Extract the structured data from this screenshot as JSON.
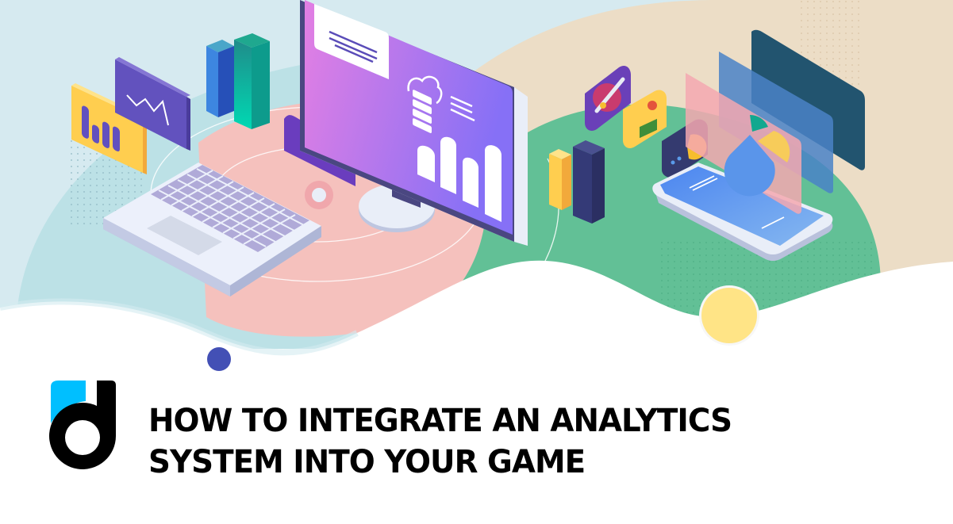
{
  "banner": {
    "title_lines": [
      "HOW TO INTEGRATE AN ANALYTICS",
      "SYSTEM INTO YOUR GAME"
    ],
    "logo": {
      "name": "devtodev-d-logo",
      "accent": "#00BFFF",
      "primary": "#000000"
    }
  },
  "illustration": {
    "elements": [
      "laptop-illustration",
      "monitor-dashboard-illustration",
      "smartphone-illustration",
      "bar-chart-card",
      "line-chart-card",
      "3d-bar-columns",
      "game-app-icons",
      "pie-chart-hologram"
    ],
    "colors": {
      "sky": "#D6EAF0",
      "teal_blob": "#BCE1E6",
      "pink_blob": "#F5C1BD",
      "green_blob": "#62C096",
      "sand_blob": "#ECDDC6",
      "monitor_screen_start": "#E07FE0",
      "monitor_screen_end": "#8A6FF5",
      "navy_dot": "#4350B5",
      "yellow_dot": "#FFE486"
    }
  }
}
